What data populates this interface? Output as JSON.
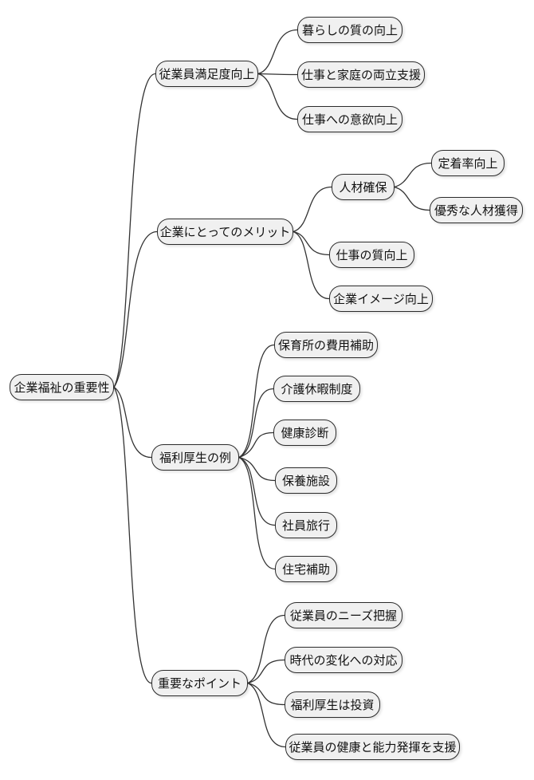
{
  "mindmap": {
    "root": {
      "label": "企業福祉の重要性"
    },
    "branches": [
      {
        "label": "従業員満足度向上",
        "children": [
          {
            "label": "暮らしの質の向上"
          },
          {
            "label": "仕事と家庭の両立支援"
          },
          {
            "label": "仕事への意欲向上"
          }
        ]
      },
      {
        "label": "企業にとってのメリット",
        "children": [
          {
            "label": "人材確保",
            "children": [
              {
                "label": "定着率向上"
              },
              {
                "label": "優秀な人材獲得"
              }
            ]
          },
          {
            "label": "仕事の質向上"
          },
          {
            "label": "企業イメージ向上"
          }
        ]
      },
      {
        "label": "福利厚生の例",
        "children": [
          {
            "label": "保育所の費用補助"
          },
          {
            "label": "介護休暇制度"
          },
          {
            "label": "健康診断"
          },
          {
            "label": "保養施設"
          },
          {
            "label": "社員旅行"
          },
          {
            "label": "住宅補助"
          }
        ]
      },
      {
        "label": "重要なポイント",
        "children": [
          {
            "label": "従業員のニーズ把握"
          },
          {
            "label": "時代の変化への対応"
          },
          {
            "label": "福利厚生は投資"
          },
          {
            "label": "従業員の健康と能力発揮を支援"
          }
        ]
      }
    ],
    "style": {
      "background": "#ffffff",
      "node_fill": "#f0f0f0",
      "node_border": "#2b2b2b",
      "edge_color": "#333333",
      "text_color": "#111111"
    }
  }
}
